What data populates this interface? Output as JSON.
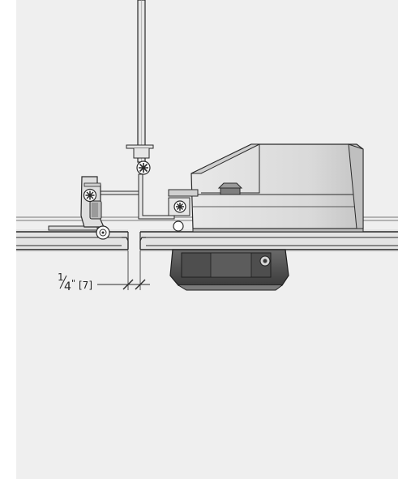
{
  "dimension": {
    "fraction_numerator": "1",
    "fraction_denominator": "4",
    "inch_mark": "\"",
    "metric_value": "[7]"
  },
  "colors": {
    "background": "#efefef",
    "outline": "#2a2a2a",
    "body_light": "#e2e2e2",
    "body_mid": "#bdbdbd",
    "body_dark": "#5a5a5a",
    "rail": "#d6d6d6"
  }
}
